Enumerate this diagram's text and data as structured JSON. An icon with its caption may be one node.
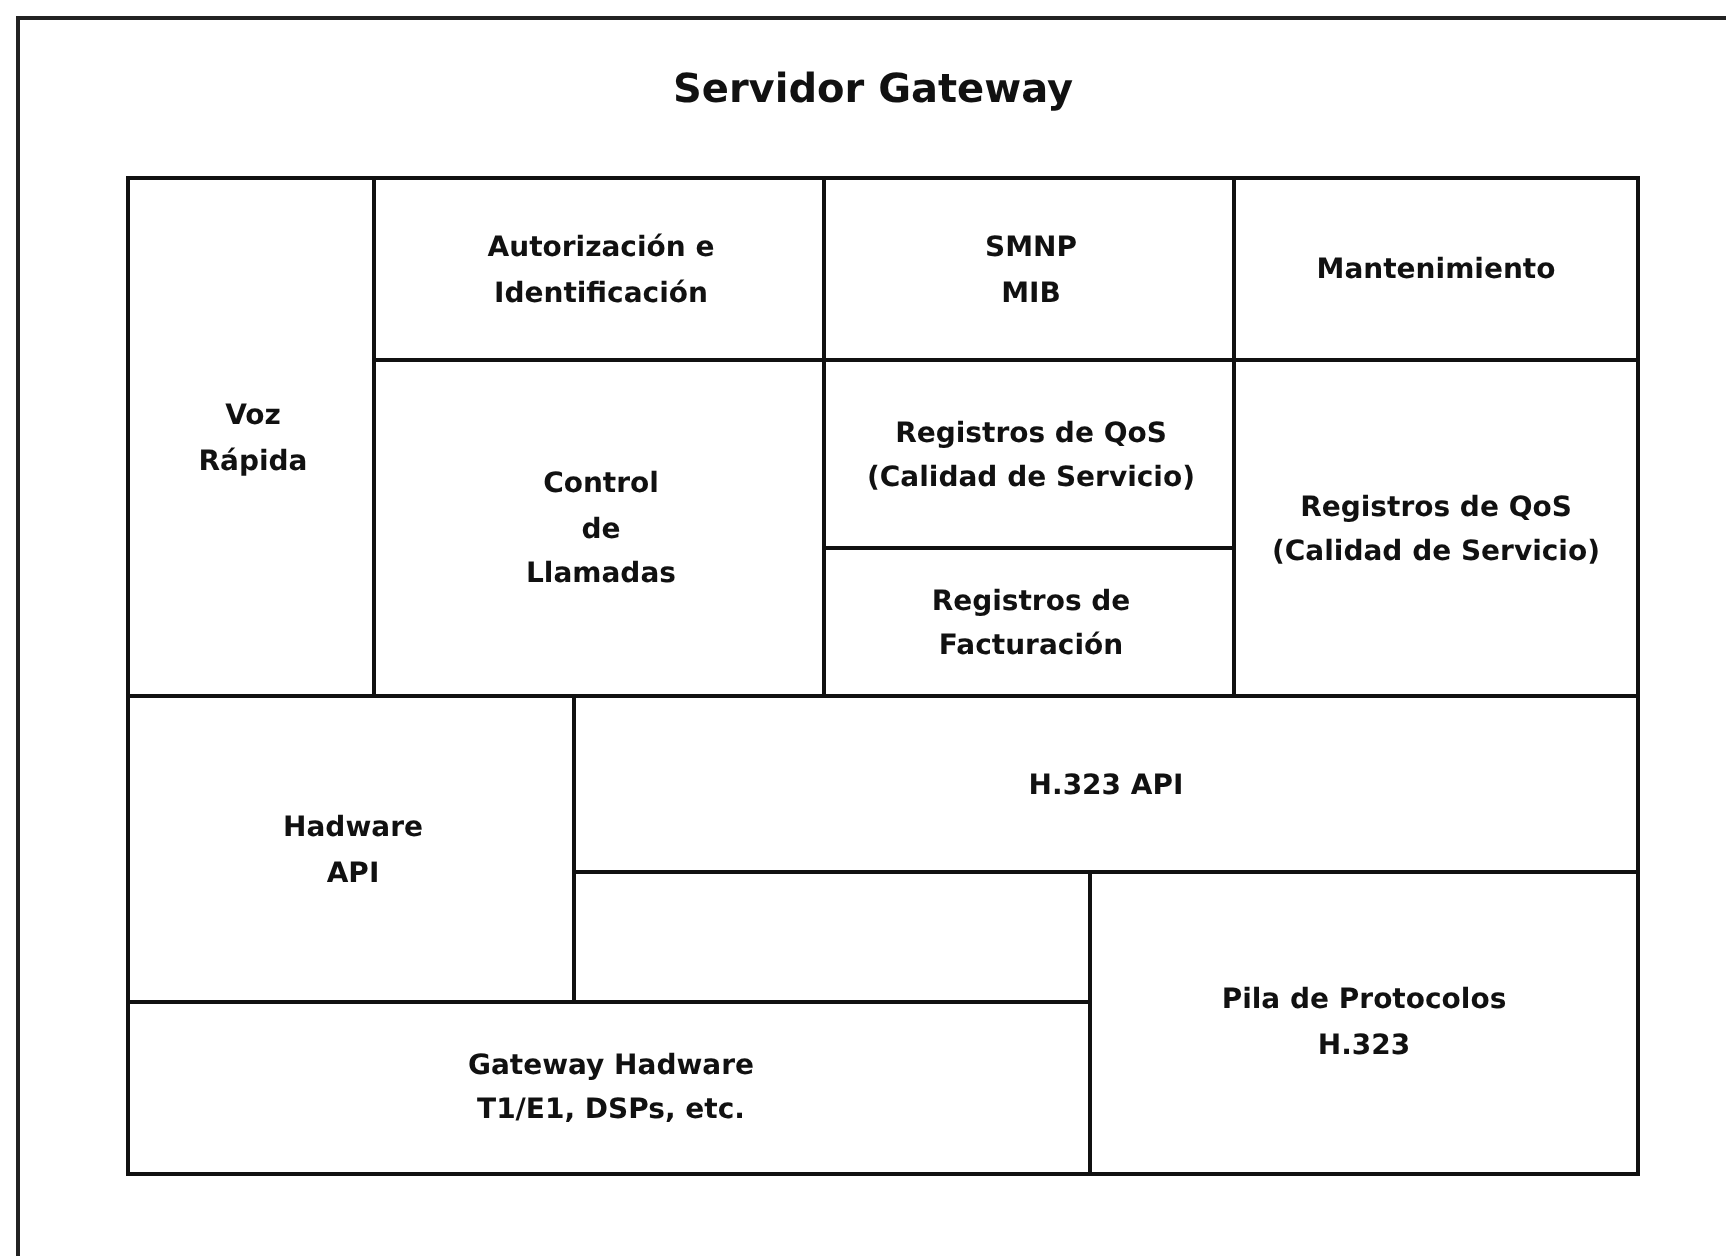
{
  "diagram": {
    "nodes": [
      {
        "text": [
          "Servidor Gateway"
        ]
      },
      {
        "text": [
          "Voz Rápida"
        ],
        "in": 0
      },
      {
        "text": [
          "Autorización e Identificación"
        ],
        "in": 0
      },
      {
        "text": [
          "SMNP MIB"
        ],
        "in": 0
      },
      {
        "text": [
          "Mantenimiento"
        ],
        "in": 0
      },
      {
        "text": [
          "Control de Llamadas"
        ],
        "in": 0
      },
      {
        "text": [
          "Registros de QoS (Calidad de Servicio)"
        ],
        "in": 0
      },
      {
        "text": [
          "Registros de QoS (Calidad de Servicio)"
        ],
        "in": 0
      },
      {
        "text": [
          "Registros de Facturación"
        ],
        "in": 0
      },
      {
        "text": [
          "Hadware API"
        ],
        "in": 0
      },
      {
        "text": [
          "H.323 API"
        ],
        "in": 0
      },
      {
        "text": [],
        "shape": "box",
        "in": 0
      },
      {
        "text": [
          "Pila de Protocolos H.323"
        ],
        "in": 0
      },
      {
        "text": [
          "Gateway Hadware T1/E1, DSPs, etc."
        ],
        "in": 0
      }
    ],
    "edges": []
  }
}
